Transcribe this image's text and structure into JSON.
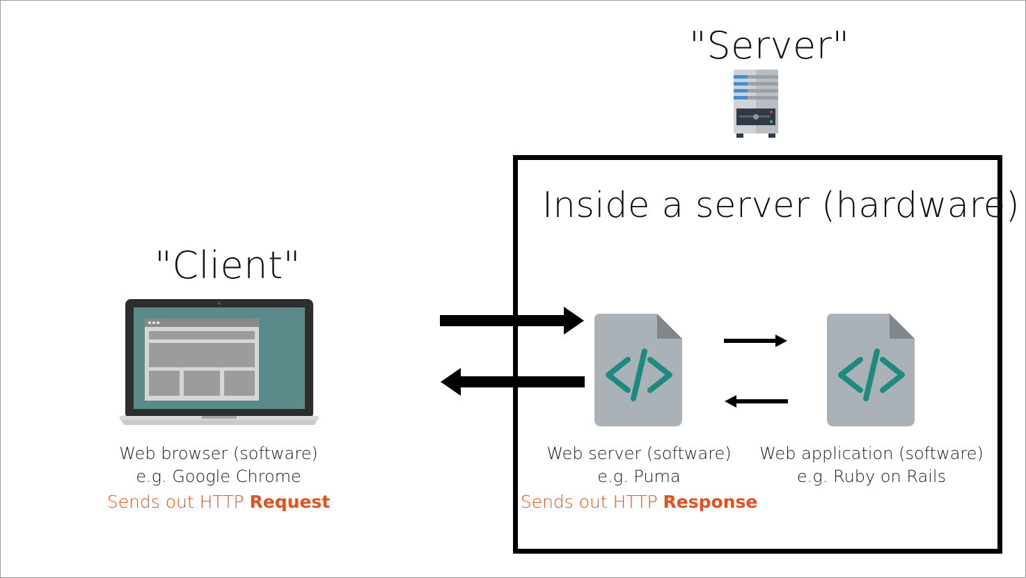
{
  "server": {
    "title": "\"Server\"",
    "icon": "server-rack-icon"
  },
  "client": {
    "title": "\"Client\"",
    "icon": "laptop-browser-icon",
    "caption_line1": "Web browser (software)",
    "caption_line2": "e.g. Google Chrome",
    "action_prefix": "Sends out HTTP",
    "action_bold": "Request"
  },
  "server_box": {
    "title": "Inside a server (hardware)",
    "border_color": "#000000"
  },
  "web_server": {
    "icon": "code-file-icon",
    "caption_line1": "Web server (software)",
    "caption_line2": "e.g. Puma",
    "action_prefix": "Sends out HTTP",
    "action_bold": "Response"
  },
  "web_app": {
    "icon": "code-file-icon",
    "caption_line1": "Web application (software)",
    "caption_line2": "e.g. Ruby on Rails"
  },
  "colors": {
    "highlight": "#e8501b",
    "code_teal": "#1d8a7f",
    "file_gray": "#aab2b8",
    "screen_teal": "#5a8a8a"
  }
}
